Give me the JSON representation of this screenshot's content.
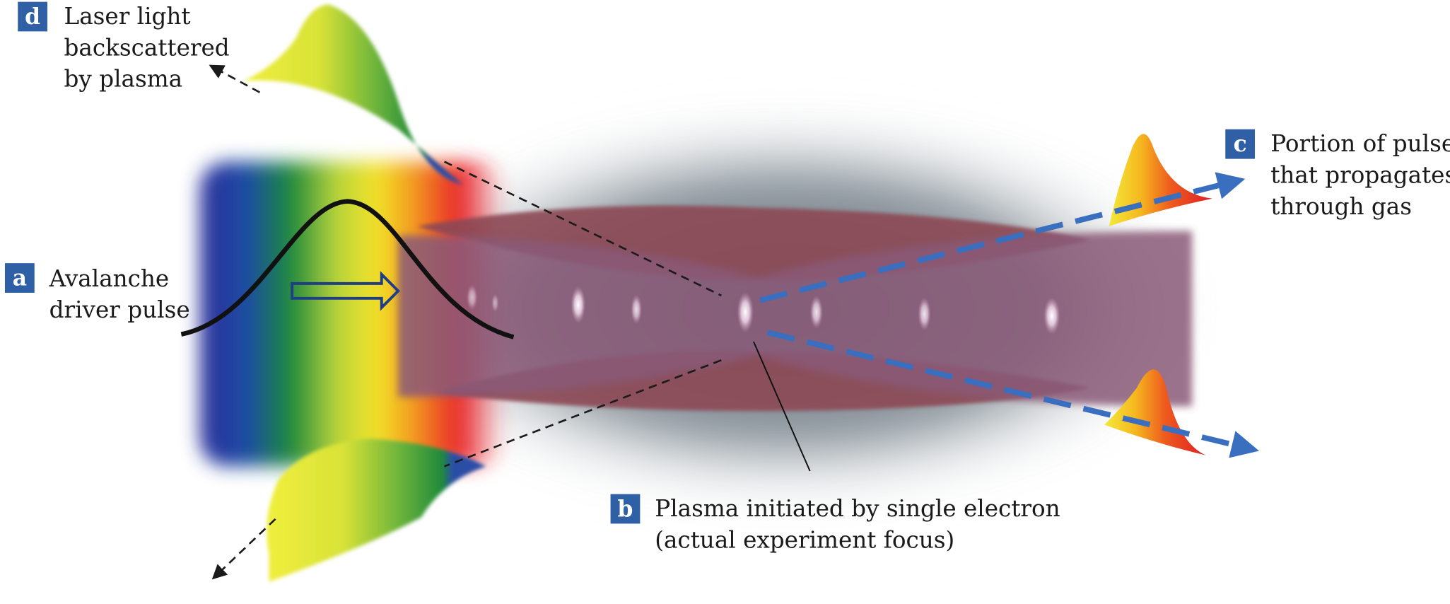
{
  "labels": {
    "a": {
      "letter": "a",
      "lines": [
        "Avalanche",
        "driver pulse"
      ]
    },
    "b": {
      "letter": "b",
      "lines": [
        "Plasma initiated by single electron",
        "(actual experiment focus)"
      ]
    },
    "c": {
      "letter": "c",
      "lines": [
        "Portion of pulse",
        "that propagates",
        "through gas"
      ]
    },
    "d": {
      "letter": "d",
      "lines": [
        "Laser light",
        "backscattered",
        "by plasma"
      ]
    }
  },
  "colors": {
    "badge": "#2f5fa5",
    "blue_dash": "#3a6fbf",
    "beam": "#8a5a78",
    "lobe": "#8c4a55"
  }
}
